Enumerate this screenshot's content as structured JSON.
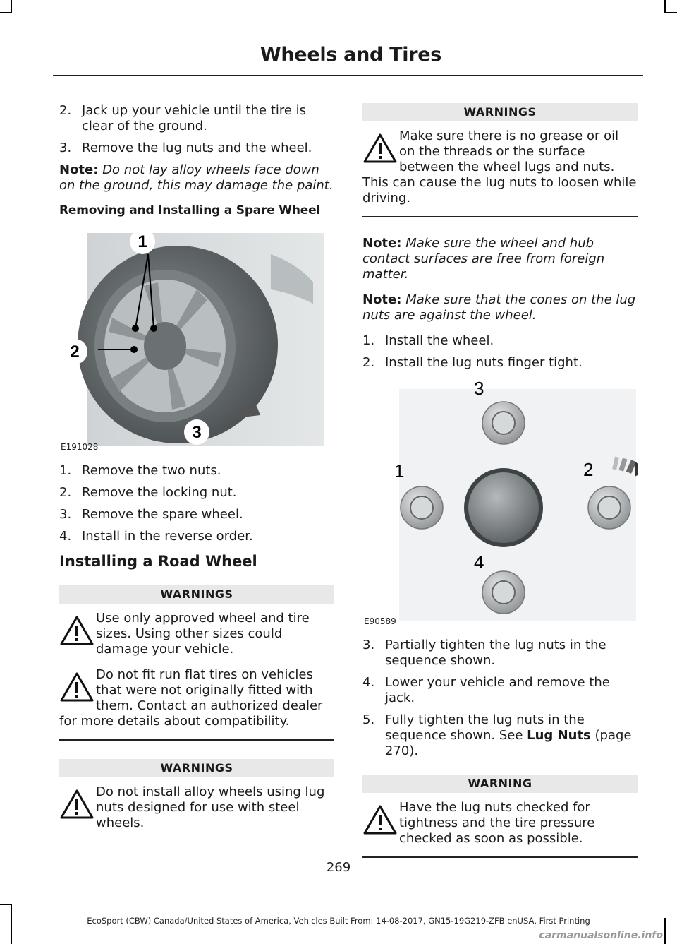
{
  "header": {
    "title": "Wheels and Tires"
  },
  "left": {
    "steps_top": [
      {
        "num": "2.",
        "text": "Jack up your vehicle until the tire is clear of the ground."
      },
      {
        "num": "3.",
        "text": "Remove the lug nuts and the wheel."
      }
    ],
    "note1": {
      "label": "Note:",
      "text": "Do not lay alloy wheels face down on the ground, this may damage the paint."
    },
    "subheading": "Removing and Installing a Spare Wheel",
    "figure1": {
      "code": "E191028",
      "callouts": [
        "1",
        "2",
        "3"
      ]
    },
    "steps_spare": [
      {
        "num": "1.",
        "text": "Remove the two nuts."
      },
      {
        "num": "2.",
        "text": "Remove the locking nut."
      },
      {
        "num": "3.",
        "text": "Remove the spare wheel."
      },
      {
        "num": "4.",
        "text": "Install in the reverse order."
      }
    ],
    "section_heading": "Installing a Road Wheel",
    "warnings1": {
      "heading": "WARNINGS",
      "items": [
        "Use only approved wheel and tire sizes. Using other sizes could damage your vehicle.",
        "Do not fit run flat tires on vehicles that were not originally fitted with them. Contact an authorized dealer for more details about compatibility."
      ]
    },
    "warnings2": {
      "heading": "WARNINGS",
      "items": [
        "Do not install alloy wheels using lug nuts designed for use with steel wheels."
      ]
    }
  },
  "right": {
    "warnings3": {
      "heading": "WARNINGS",
      "items": [
        "Make sure there is no grease or oil on the threads or the surface between the wheel lugs and nuts. This can cause the lug nuts to loosen while driving."
      ]
    },
    "note2": {
      "label": "Note:",
      "text": "Make sure the wheel and hub contact surfaces are free from foreign matter."
    },
    "note3": {
      "label": "Note:",
      "text": "Make sure that the cones on the lug nuts are against the wheel."
    },
    "steps_install": [
      {
        "num": "1.",
        "text": "Install the wheel."
      },
      {
        "num": "2.",
        "text": "Install the lug nuts finger tight."
      }
    ],
    "figure2": {
      "code": "E90589",
      "labels": [
        "3",
        "1",
        "2",
        "4"
      ]
    },
    "steps_tighten": [
      {
        "num": "3.",
        "text": "Partially tighten the lug nuts in the sequence shown."
      },
      {
        "num": "4.",
        "text": "Lower your vehicle and remove the jack."
      }
    ],
    "step5": {
      "num": "5.",
      "text_before": "Fully tighten the lug nuts in the sequence shown.  See ",
      "link": "Lug Nuts",
      "text_after": " (page 270)."
    },
    "warning4": {
      "heading": "WARNING",
      "items": [
        "Have the lug nuts checked for tightness and the tire pressure checked as soon as possible."
      ]
    }
  },
  "page_number": "269",
  "footer": "EcoSport (CBW) Canada/United States of America, Vehicles Built From: 14-08-2017, GN15-19G219-ZFB enUSA, First Printing",
  "watermark": "carmanualsonline.info"
}
